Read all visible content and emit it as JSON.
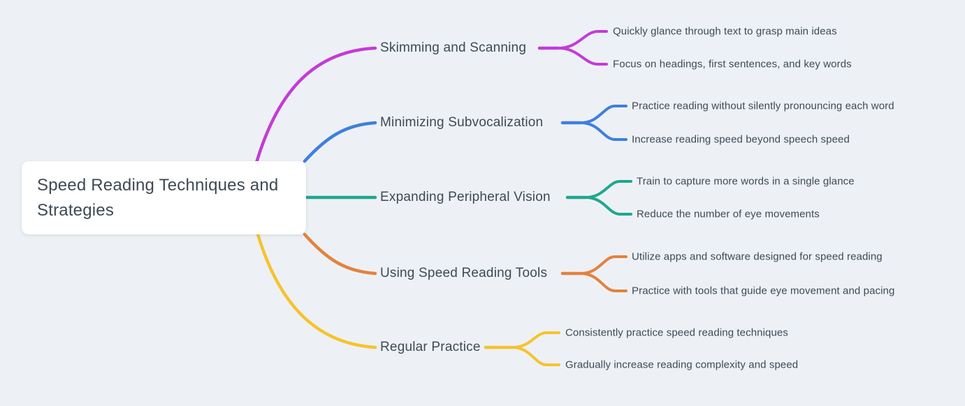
{
  "theme": {
    "bg": "#edf1f5",
    "text": "#3e4a54",
    "node-bg": "#ffffff"
  },
  "root": {
    "label": "Speed Reading Techniques and Strategies"
  },
  "branches": [
    {
      "label": "Skimming and Scanning",
      "color": "#c43bd8",
      "children": [
        "Quickly glance through text to grasp main ideas",
        "Focus on headings, first sentences, and key words"
      ]
    },
    {
      "label": "Minimizing Subvocalization",
      "color": "#3e7fde",
      "children": [
        "Practice reading without silently pronouncing each word",
        "Increase reading speed beyond speech speed"
      ]
    },
    {
      "label": "Expanding Peripheral Vision",
      "color": "#1fa78f",
      "children": [
        "Train to capture more words in a single glance",
        "Reduce the number of eye movements"
      ]
    },
    {
      "label": "Using Speed Reading Tools",
      "color": "#e5813c",
      "children": [
        "Utilize apps and software designed for speed reading",
        "Practice with tools that guide eye movement and pacing"
      ]
    },
    {
      "label": "Regular Practice",
      "color": "#f6c32d",
      "children": [
        "Consistently practice speed reading techniques",
        "Gradually increase reading complexity and speed"
      ]
    }
  ]
}
